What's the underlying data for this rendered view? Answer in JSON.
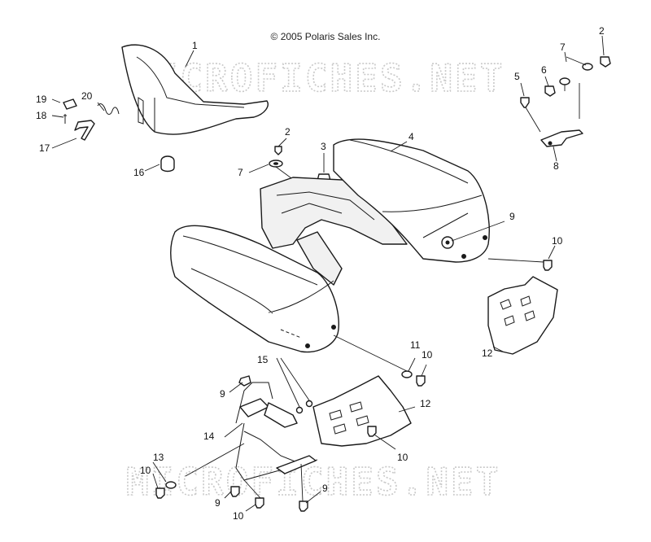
{
  "copyright": "© 2005 Polaris Sales Inc.",
  "watermark": "MICROFICHES.NET",
  "callouts": {
    "c1": "1",
    "c2a": "2",
    "c2b": "2",
    "c3": "3",
    "c4": "4",
    "c5": "5",
    "c6": "6",
    "c7a": "7",
    "c7b": "7",
    "c8": "8",
    "c9a": "9",
    "c9b": "9",
    "c9c": "9",
    "c9d": "9",
    "c10a": "10",
    "c10b": "10",
    "c10c": "10",
    "c10d": "10",
    "c10e": "10",
    "c11": "11",
    "c12a": "12",
    "c12b": "12",
    "c13": "13",
    "c14": "14",
    "c15": "15",
    "c16": "16",
    "c17": "17",
    "c18": "18",
    "c19": "19",
    "c20": "20"
  }
}
